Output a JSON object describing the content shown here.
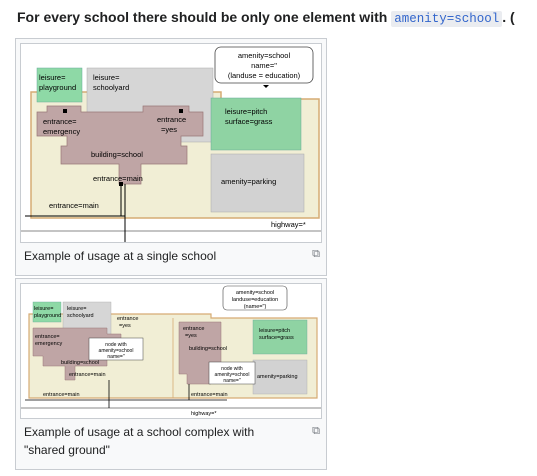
{
  "intro": {
    "before": "For every school there should be only one element with ",
    "code": "amenity=school",
    "after": ". ("
  },
  "figure1": {
    "labels": {
      "amenity_school_l1": "amenity=school",
      "amenity_school_l2": "name=\"",
      "amenity_school_l3": "(landuse = education)",
      "playground_l1": "leisure=",
      "playground_l2": "playground",
      "schoolyard_l1": "leisure=",
      "schoolyard_l2": "schoolyard",
      "emergency_l1": "entrance=",
      "emergency_l2": "emergency",
      "entrance_yes_l1": "entrance",
      "entrance_yes_l2": "=yes",
      "pitch_l1": "leisure=pitch",
      "pitch_l2": "surface=grass",
      "building": "building=school",
      "entrance_main_inner": "entrance=main",
      "parking": "amenity=parking",
      "entrance_main_outer": "entrance=main",
      "highway": "highway=*"
    },
    "caption": "Example of usage at a single school"
  },
  "figure2": {
    "labels": {
      "amenity_school_l1": "amenity=school",
      "amenity_school_l2": "landuse=education",
      "amenity_school_l3": "(name=\")",
      "playground_l1": "leisure=",
      "playground_l2": "playground",
      "schoolyard_l1": "leisure=",
      "schoolyard_l2": "schoolyard",
      "entrance_yes_a_l1": "entrance",
      "entrance_yes_a_l2": "=yes",
      "emergency_l1": "entrance=",
      "emergency_l2": "emergency",
      "node_a_l1": "node with",
      "node_a_l2": "amenity=school",
      "node_a_l3": "name=\"",
      "building_a": "building=school",
      "entrance_main_a": "entrance=main",
      "entrance_main_b": "entrance=main",
      "entrance_yes_b_l1": "entrance",
      "entrance_yes_b_l2": "=yes",
      "building_b": "building=school",
      "node_b_l1": "node with",
      "node_b_l2": "amenity=school",
      "node_b_l3": "name=\"",
      "pitch_l1": "leisure=pitch",
      "pitch_l2": "surface=grass",
      "parking": "amenity=parking",
      "entrance_main_c": "entrance=main",
      "highway": "highway=*"
    },
    "caption_l1": "Example of usage at a school complex with",
    "caption_l2": "\"shared ground\""
  },
  "colors": {
    "outer_fill": "#f1eed5",
    "outer_stroke": "#d6ab74",
    "playground": "#8ed9a6",
    "pitch": "#8fd3a3",
    "schoolyard": "#d6d6d6",
    "building": "#bfa5a5",
    "parking": "#d2d2d2"
  }
}
